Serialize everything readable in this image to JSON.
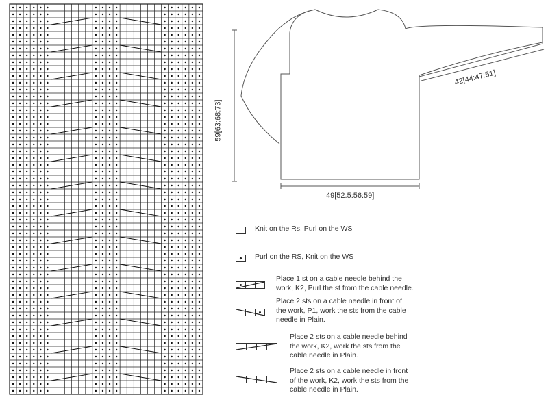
{
  "measurements": {
    "length": "59[63:68:73]",
    "sleeve": "42[44:47:51]",
    "width": "49[52.5:56:59]"
  },
  "legend": [
    {
      "symbol": "knit-square",
      "text": "Knit on the Rs, Purl on the WS"
    },
    {
      "symbol": "purl-dot",
      "text": "Purl on the RS, Knit on the WS"
    },
    {
      "symbol": "cable-back-purl",
      "lines": [
        "Place 1 st on a cable needle behind the",
        "work, K2, Purl the st from the cable needle."
      ]
    },
    {
      "symbol": "cable-front-purl",
      "lines": [
        "Place 2 sts on a cable needle in front of",
        "the work, P1, work the sts from the cable",
        "needle in Plain."
      ]
    },
    {
      "symbol": "cable-back-knit",
      "lines": [
        "Place 2 sts on a cable needle behind",
        "the work, K2, work the sts from the",
        "cable needle in Plain."
      ]
    },
    {
      "symbol": "cable-front-knit",
      "lines": [
        "Place 2 sts on a cable needle in front",
        "of the work, K2, work the sts from the",
        "cable needle in Plain."
      ]
    }
  ],
  "colors": {
    "line": "#2a2a2a",
    "text": "#333333"
  }
}
